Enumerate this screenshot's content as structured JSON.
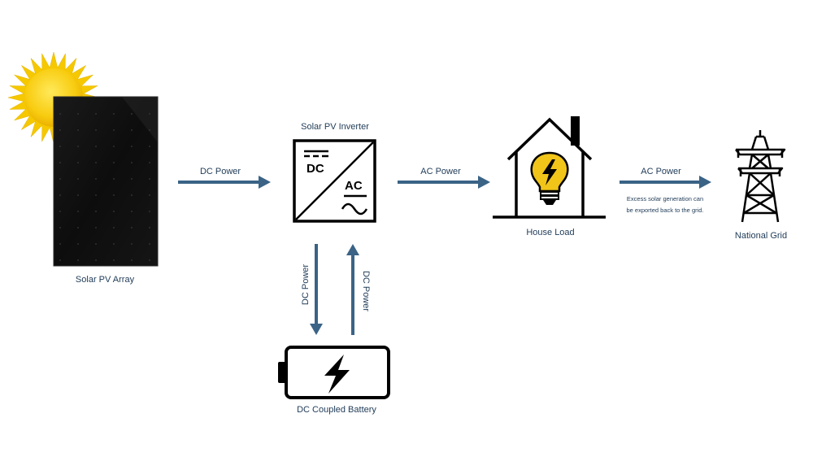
{
  "nodes": {
    "solar_array": "Solar PV Array",
    "inverter": "Solar PV Inverter",
    "inverter_dc": "DC",
    "inverter_ac": "AC",
    "house": "House Load",
    "grid": "National Grid",
    "battery": "DC Coupled Battery"
  },
  "edges": {
    "array_to_inverter": "DC Power",
    "inverter_to_house": "AC Power",
    "house_to_grid": "AC Power",
    "inverter_to_battery": "DC Power",
    "battery_to_inverter": "DC Power"
  },
  "notes": {
    "export_line1": "Excess solar generation can",
    "export_line2": "be exported back to the grid."
  },
  "colors": {
    "arrow": "#3a6386",
    "text": "#1f3b57",
    "panel": "#111111",
    "sun": "#f6c400",
    "bulb": "#f0c419"
  },
  "icons": [
    "sun-icon",
    "solar-panel-icon",
    "inverter-icon",
    "house-icon",
    "lightbulb-icon",
    "pylon-icon",
    "battery-icon",
    "lightning-icon"
  ]
}
